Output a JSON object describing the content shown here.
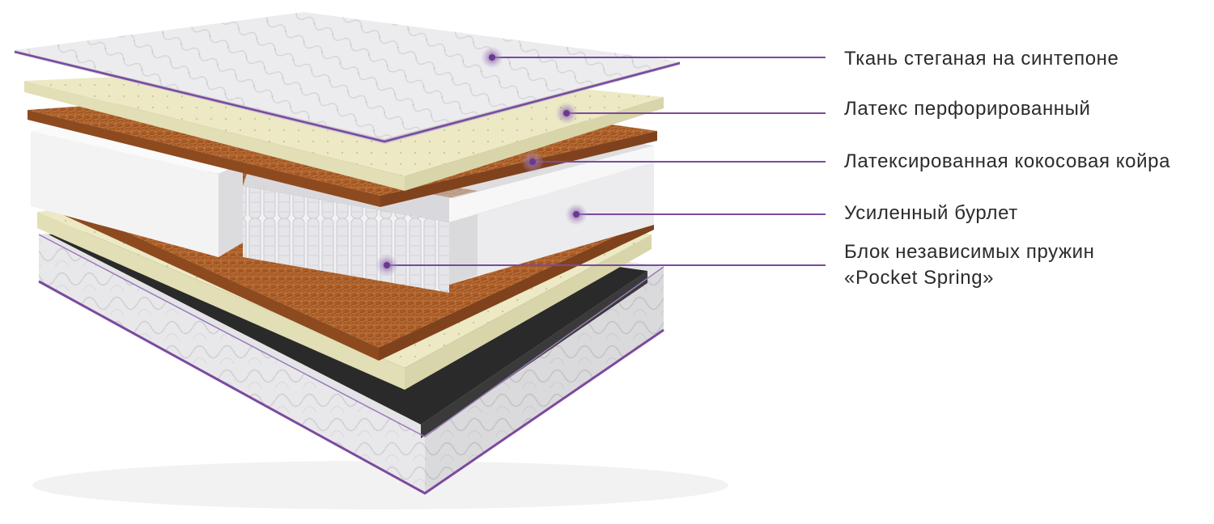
{
  "labels": {
    "fabric": "Ткань стеганая на синтепоне",
    "latex": "Латекс перфорированный",
    "coir": "Латексированная кокосовая койра",
    "rim": "Усиленный бурлет",
    "springs_line1": "Блок независимых пружин",
    "springs_line2": "«Pocket Spring»"
  },
  "colors": {
    "accent": "#7b4a9e",
    "fabric": "#e9e9eb",
    "latex": "#ece9c4",
    "coir": "#b0622d",
    "foam": "#f1f1f1",
    "base_inner": "#2a2a2a",
    "text": "#2b2b2b"
  }
}
